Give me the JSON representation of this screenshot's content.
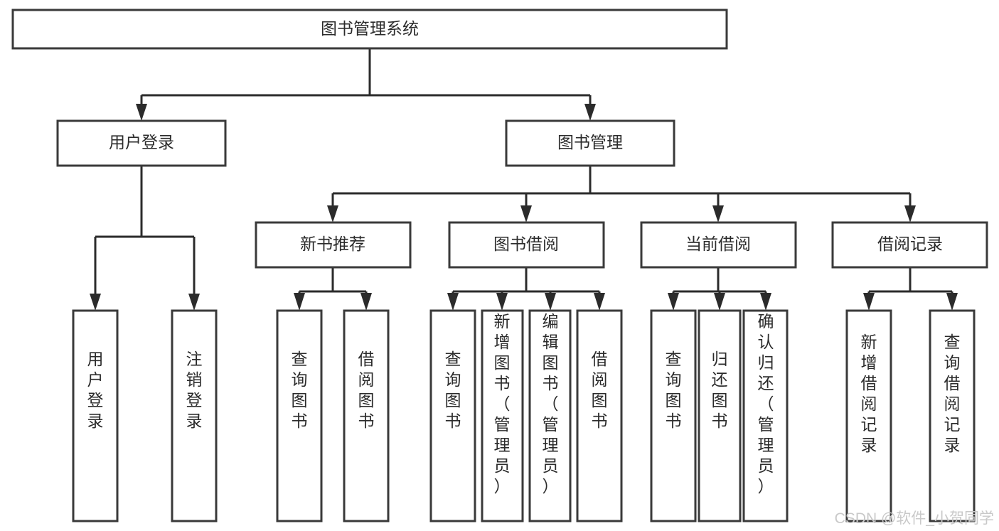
{
  "diagram": {
    "title_text": "图书管理系统",
    "watermark": "CSDN @软件_小贺同学",
    "colors": {
      "box_stroke": "#3a3a3a",
      "connector": "#2b2b2b",
      "text": "#2b2b2b",
      "background": "#ffffff",
      "watermark": "#c9c9c9"
    },
    "nodes": {
      "root": "图书管理系统",
      "level2": {
        "user_login": "用户登录",
        "book_manage": "图书管理"
      },
      "level3": {
        "new_book_rec": "新书推荐",
        "book_borrow": "图书借阅",
        "current_borrow": "当前借阅",
        "borrow_record": "借阅记录"
      },
      "leaves": {
        "user_login_1": "用户登录",
        "user_login_2": "注销登录",
        "new_book_rec_1": "查询图书",
        "new_book_rec_2": "借阅图书",
        "book_borrow_1": "查询图书",
        "book_borrow_2": "新增图书（管理员）",
        "book_borrow_3": "编辑图书（管理员）",
        "book_borrow_4": "借阅图书",
        "current_borrow_1": "查询图书",
        "current_borrow_2": "归还图书",
        "current_borrow_3": "确认归还（管理员）",
        "borrow_record_1": "新增借阅记录",
        "borrow_record_2": "查询借阅记录"
      }
    }
  }
}
